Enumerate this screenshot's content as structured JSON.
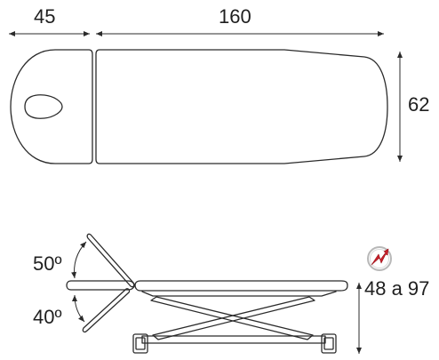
{
  "dimensions": {
    "head_length": "45",
    "body_length": "160",
    "width": "62",
    "height_range": "48 a 97"
  },
  "angles": {
    "up": "50º",
    "down": "40º"
  },
  "icons": {
    "motor_badge": "electric-motor-icon"
  },
  "colors": {
    "line": "#2b2b2b",
    "badge_red": "#c8202a",
    "badge_ring": "#b8b8b8"
  }
}
